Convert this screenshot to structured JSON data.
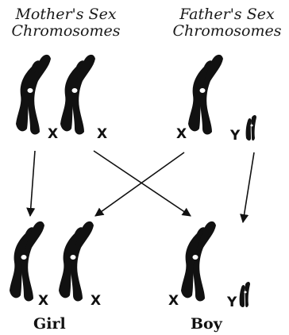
{
  "headings": {
    "mother_line1": "Mother's Sex",
    "mother_line2": "Chromosomes",
    "father_line1": "Father's Sex",
    "father_line2": "Chromosomes"
  },
  "labels": {
    "mother_x1": "X",
    "mother_x2": "X",
    "father_x": "X",
    "father_y": "Y",
    "girl_x1": "X",
    "girl_x2": "X",
    "boy_x": "X",
    "boy_y": "Y"
  },
  "children": {
    "girl": "Girl",
    "boy": "Boy"
  },
  "colors": {
    "ink": "#111111"
  }
}
